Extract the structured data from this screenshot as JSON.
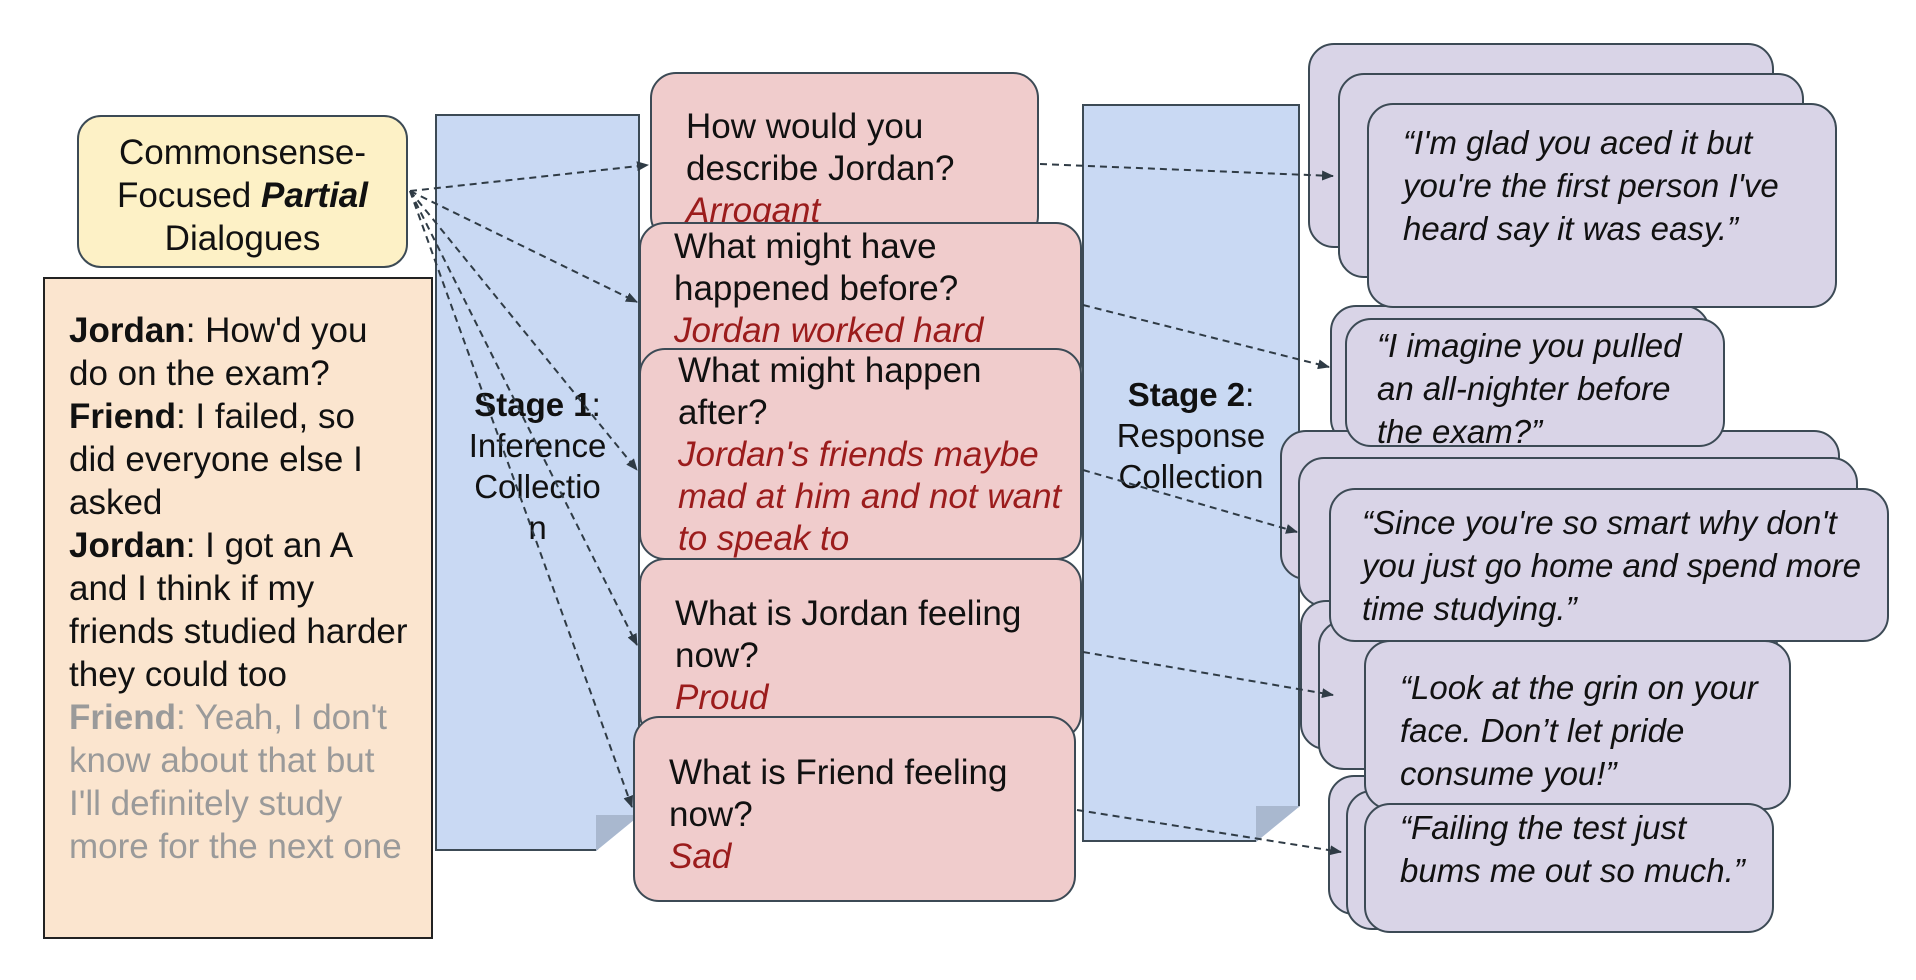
{
  "source": {
    "line1": "Commonsense-",
    "line2_prefix": "Focused ",
    "line2_emph": "Partial",
    "line3": "Dialogues"
  },
  "dialogue": [
    {
      "speaker": "Jordan",
      "text": ": How'd you do on the exam?",
      "faded": false
    },
    {
      "speaker": "Friend",
      "text": ": I failed, so did everyone else I asked",
      "faded": false
    },
    {
      "speaker": "Jordan",
      "text": ": I got an A and I think if my friends studied harder they could too",
      "faded": false
    },
    {
      "speaker": "Friend",
      "text": ": Yeah, I don't know about that but I'll definitely study more for the next one",
      "faded": true
    }
  ],
  "stage1": {
    "title": "Stage 1",
    "colon": ":",
    "line1": "Inference",
    "line2": "Collectio",
    "line3": "n"
  },
  "stage2": {
    "title": "Stage 2",
    "colon": ":",
    "line1": "Response",
    "line2": "Collection"
  },
  "questions": [
    {
      "question": "How would you describe Jordan?",
      "answer": "Arrogant"
    },
    {
      "question": "What might have happened before?",
      "answer": "Jordan worked hard"
    },
    {
      "question": "What might happen after?",
      "answer": "Jordan's friends maybe mad at him and not want to speak to"
    },
    {
      "question": "What is Jordan feeling now?",
      "answer": "Proud"
    },
    {
      "question": "What is Friend feeling now?",
      "answer": "Sad"
    }
  ],
  "responses": [
    {
      "text": "“I'm glad you aced it but you're the first person I've heard say it was easy.”"
    },
    {
      "text": "“I imagine you pulled an all-nighter before the exam?”"
    },
    {
      "text": "“Since you're so smart why don't you just go home and spend more time studying.”"
    },
    {
      "text": "“Look at the grin on your face. Don’t let pride consume you!”"
    },
    {
      "text": "“Failing the test just bums me out so much.”"
    }
  ],
  "colors": {
    "source_fill": "#fdf1c6",
    "dialogue_fill": "#fbe5cf",
    "stage_fill": "#c9d9f3",
    "question_fill": "#f0cccc",
    "answer_text": "#9b1c1c",
    "response_fill": "#d9d4e7",
    "faded_text": "#9a9a9a"
  }
}
